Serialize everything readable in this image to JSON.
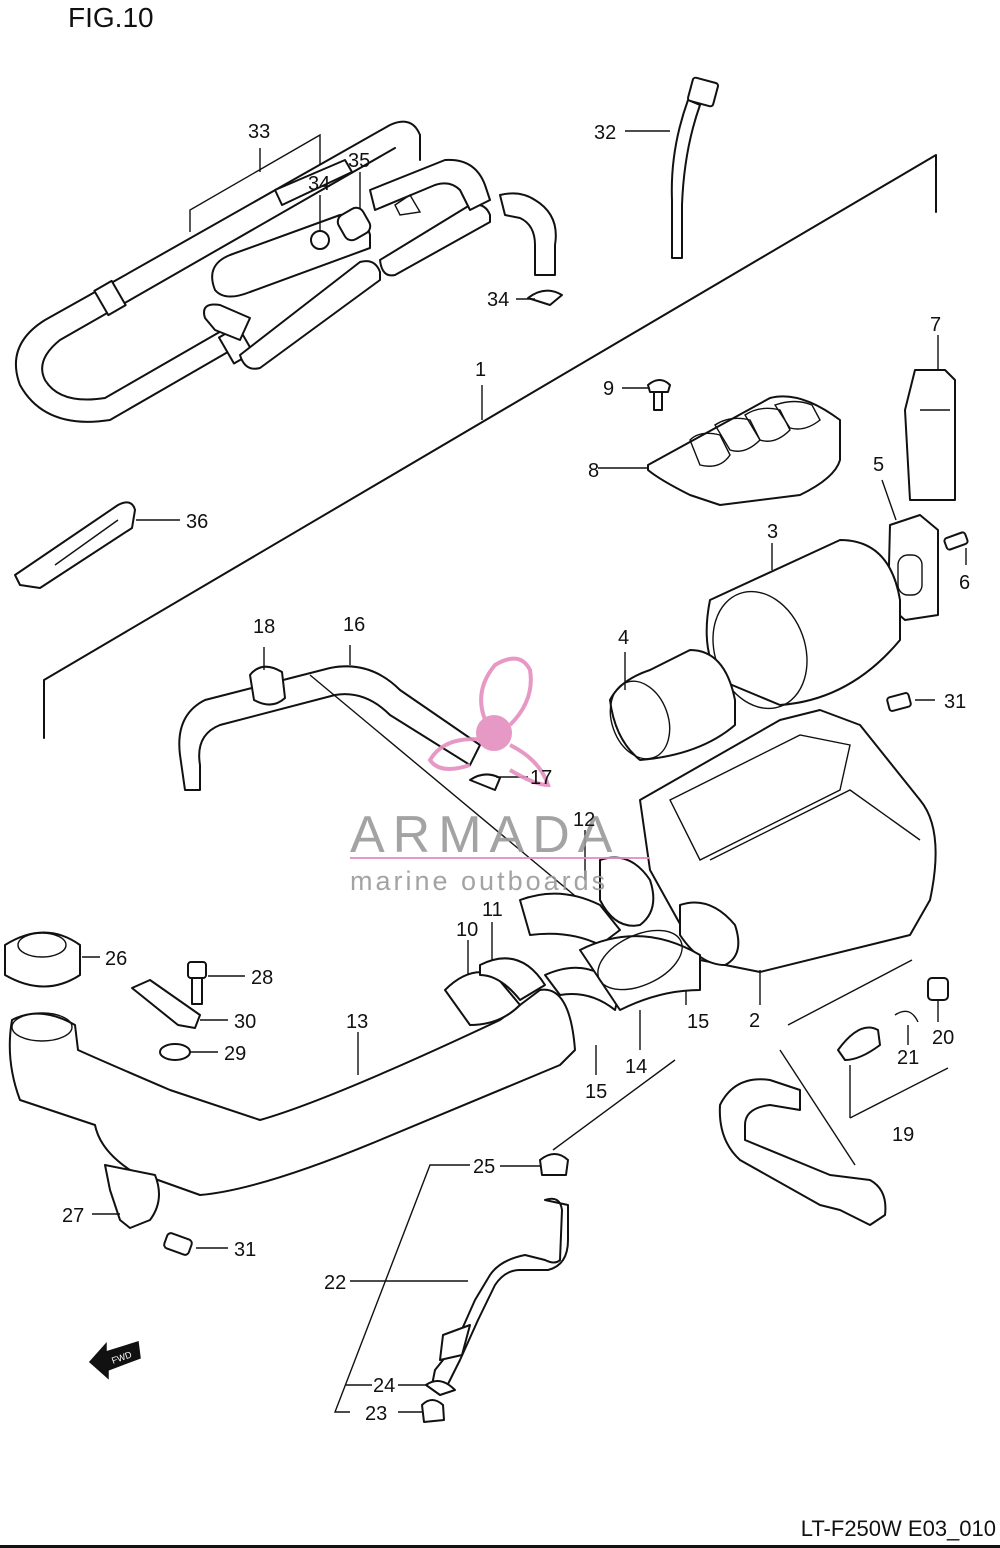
{
  "figure": {
    "title": "FIG.10",
    "code": "LT-F250W E03_010"
  },
  "watermark": {
    "brand": "ARMADA",
    "tagline": "marine outboards",
    "color": "#e58fc0"
  },
  "fwd_label": "FWD",
  "callouts": [
    {
      "id": "33",
      "label": "33"
    },
    {
      "id": "34a",
      "label": "34"
    },
    {
      "id": "35",
      "label": "35"
    },
    {
      "id": "34b",
      "label": "34"
    },
    {
      "id": "32",
      "label": "32"
    },
    {
      "id": "1",
      "label": "1"
    },
    {
      "id": "9",
      "label": "9"
    },
    {
      "id": "7",
      "label": "7"
    },
    {
      "id": "8",
      "label": "8"
    },
    {
      "id": "5",
      "label": "5"
    },
    {
      "id": "36",
      "label": "36"
    },
    {
      "id": "3",
      "label": "3"
    },
    {
      "id": "6",
      "label": "6"
    },
    {
      "id": "18",
      "label": "18"
    },
    {
      "id": "16",
      "label": "16"
    },
    {
      "id": "4",
      "label": "4"
    },
    {
      "id": "31a",
      "label": "31"
    },
    {
      "id": "17",
      "label": "17"
    },
    {
      "id": "12",
      "label": "12"
    },
    {
      "id": "11",
      "label": "11"
    },
    {
      "id": "10",
      "label": "10"
    },
    {
      "id": "26",
      "label": "26"
    },
    {
      "id": "28",
      "label": "28"
    },
    {
      "id": "30",
      "label": "30"
    },
    {
      "id": "13",
      "label": "13"
    },
    {
      "id": "29",
      "label": "29"
    },
    {
      "id": "15a",
      "label": "15"
    },
    {
      "id": "2",
      "label": "2"
    },
    {
      "id": "20",
      "label": "20"
    },
    {
      "id": "14",
      "label": "14"
    },
    {
      "id": "21",
      "label": "21"
    },
    {
      "id": "15b",
      "label": "15"
    },
    {
      "id": "19",
      "label": "19"
    },
    {
      "id": "25",
      "label": "25"
    },
    {
      "id": "27",
      "label": "27"
    },
    {
      "id": "31b",
      "label": "31"
    },
    {
      "id": "22",
      "label": "22"
    },
    {
      "id": "24",
      "label": "24"
    },
    {
      "id": "23",
      "label": "23"
    }
  ]
}
